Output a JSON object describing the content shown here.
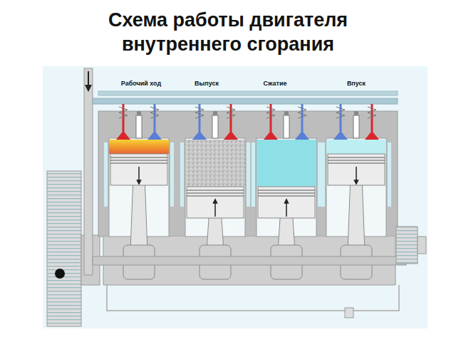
{
  "diagram": {
    "title": "Схема работы двигателя внутреннего сгорания",
    "labels": [
      "Рабочий ход",
      "Выпуск",
      "Сжатие",
      "Впуск"
    ]
  }
}
